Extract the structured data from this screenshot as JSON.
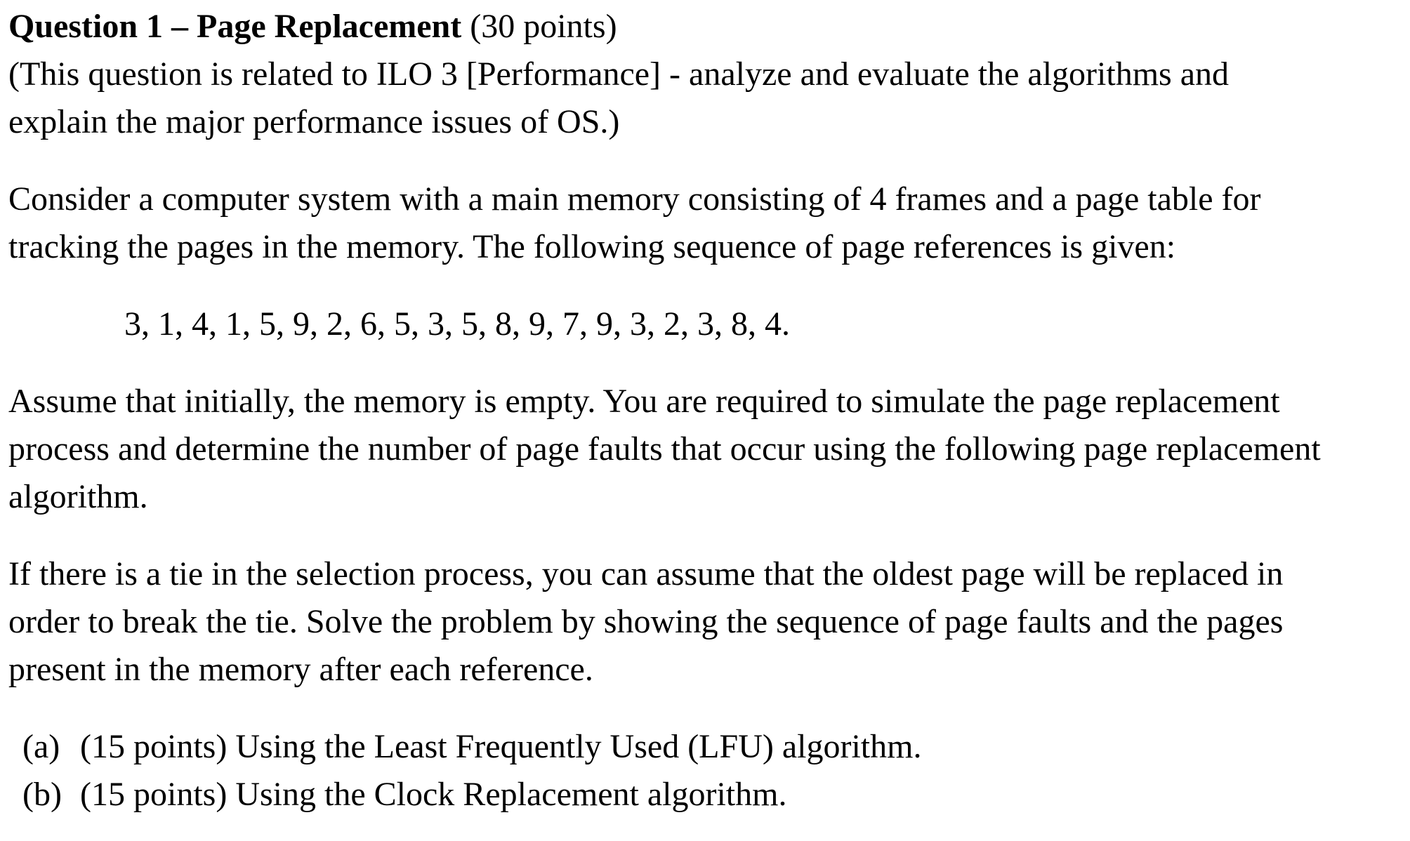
{
  "question": {
    "title_bold": "Question 1 – Page Replacement",
    "title_points": " (30 points)",
    "ilo_lines": [
      "(This question is related to ILO 3 [Performance] - analyze and evaluate the algorithms and",
      "explain the major performance issues of OS.)"
    ],
    "intro_lines": [
      "Consider a computer system with a main memory consisting of 4 frames and a page table for",
      "tracking the pages in the memory. The following sequence of page references is given:"
    ],
    "sequence": "3, 1, 4, 1, 5, 9, 2, 6, 5, 3, 5, 8, 9, 7, 9, 3, 2, 3, 8, 4.",
    "assumption_lines": [
      "Assume that initially, the memory is empty. You are required to simulate the page replacement",
      "process and determine the number of page faults that occur using the following page replacement",
      "algorithm."
    ],
    "tie_lines": [
      "If there is a tie in the selection process, you can assume that the oldest page will be replaced in",
      "order to break the tie. Solve the problem by showing the sequence of page faults and the pages",
      "present in the memory after each reference."
    ],
    "parts": [
      {
        "marker": "(a)",
        "text": "(15 points) Using the Least Frequently Used (LFU) algorithm."
      },
      {
        "marker": "(b)",
        "text": "(15 points) Using the Clock Replacement algorithm."
      }
    ]
  }
}
